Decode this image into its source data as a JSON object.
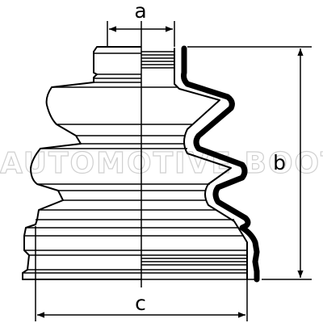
{
  "labels": {
    "a": "a",
    "b": "b",
    "c": "c"
  },
  "watermark": "AUTOMOTIVE BOOTS",
  "colors": {
    "ink": "#000000",
    "watermark": "#d0d0d0",
    "background": "#ffffff"
  }
}
